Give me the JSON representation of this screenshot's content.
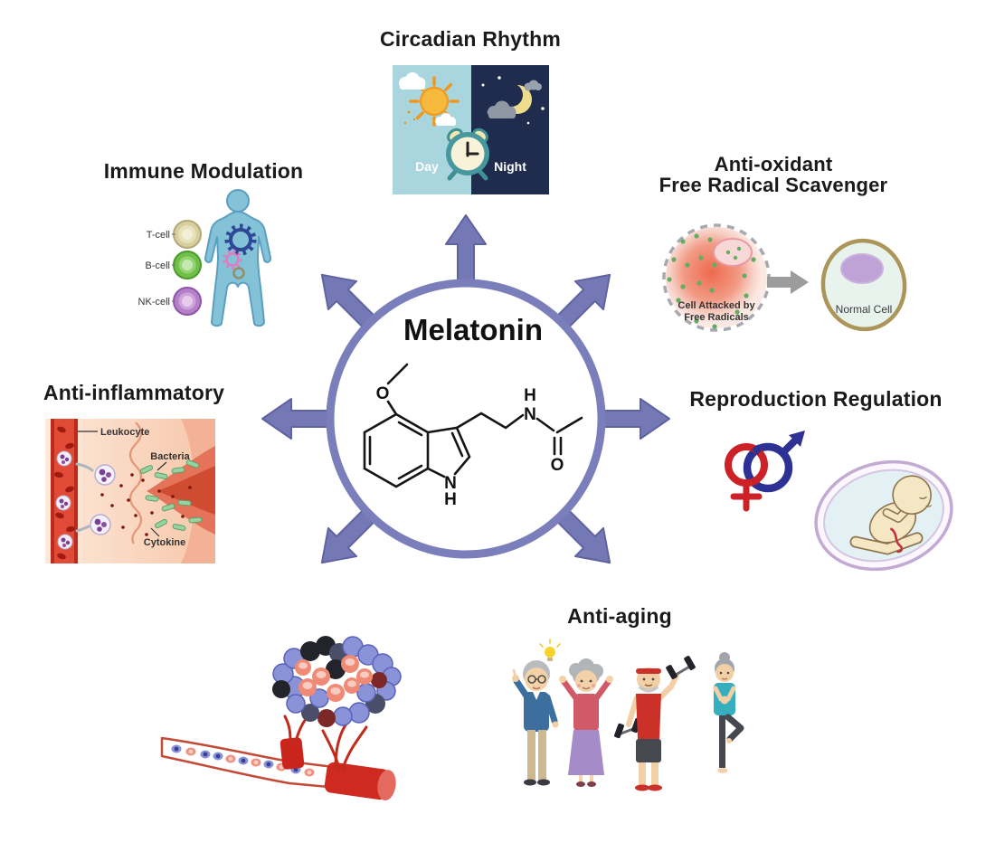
{
  "center": {
    "label": "Melatonin"
  },
  "molecule": {
    "methoxy_o": "O",
    "indole_n": "N",
    "indole_h": "H",
    "amide_h": "H",
    "amide_n": "N",
    "carbonyl_o": "O"
  },
  "sections": {
    "circadian": {
      "title": "Circadian Rhythm",
      "day": "Day",
      "night": "Night"
    },
    "immune": {
      "title": "Immune Modulation",
      "cells": [
        {
          "label": "T-cell"
        },
        {
          "label": "B-cell"
        },
        {
          "label": "NK-cell"
        }
      ]
    },
    "antioxidant": {
      "title_line1": "Anti-oxidant",
      "title_line2": "Free Radical Scavenger",
      "attacked_line1": "Cell Attacked by",
      "attacked_line2": "Free Radicals",
      "normal_label": "Normal Cell"
    },
    "inflammation": {
      "title": "Anti-inflammatory",
      "leukocyte": "Leukocyte",
      "bacteria": "Bacteria",
      "cytokine": "Cytokine"
    },
    "reproduction": {
      "title": "Reproduction Regulation"
    },
    "aging": {
      "title": "Anti-aging"
    }
  },
  "colors": {
    "arrow_purple": "#7478b5",
    "ring_purple": "#7a7eba",
    "day_sky": "#a9d6de",
    "night_sky": "#1f2c4e",
    "sun_yellow": "#f6b93c",
    "moon_yellow": "#eedc8c",
    "clock_teal": "#46979e",
    "body_blue": "#84c2d8",
    "tcell_tan": "#d6cf9e",
    "bcell_green": "#6fbf4a",
    "nkcell_purple": "#b480c8",
    "attacked_cell_red": "#ee6a50",
    "normal_cell_border": "#ab9558",
    "nucleus_purple": "#bfa3d6",
    "female_red": "#cb2127",
    "male_navy": "#2c3193",
    "vessel_red": "#d93a30",
    "bacteria_green": "#97d2a2",
    "title_black": "#1a1a1a"
  }
}
